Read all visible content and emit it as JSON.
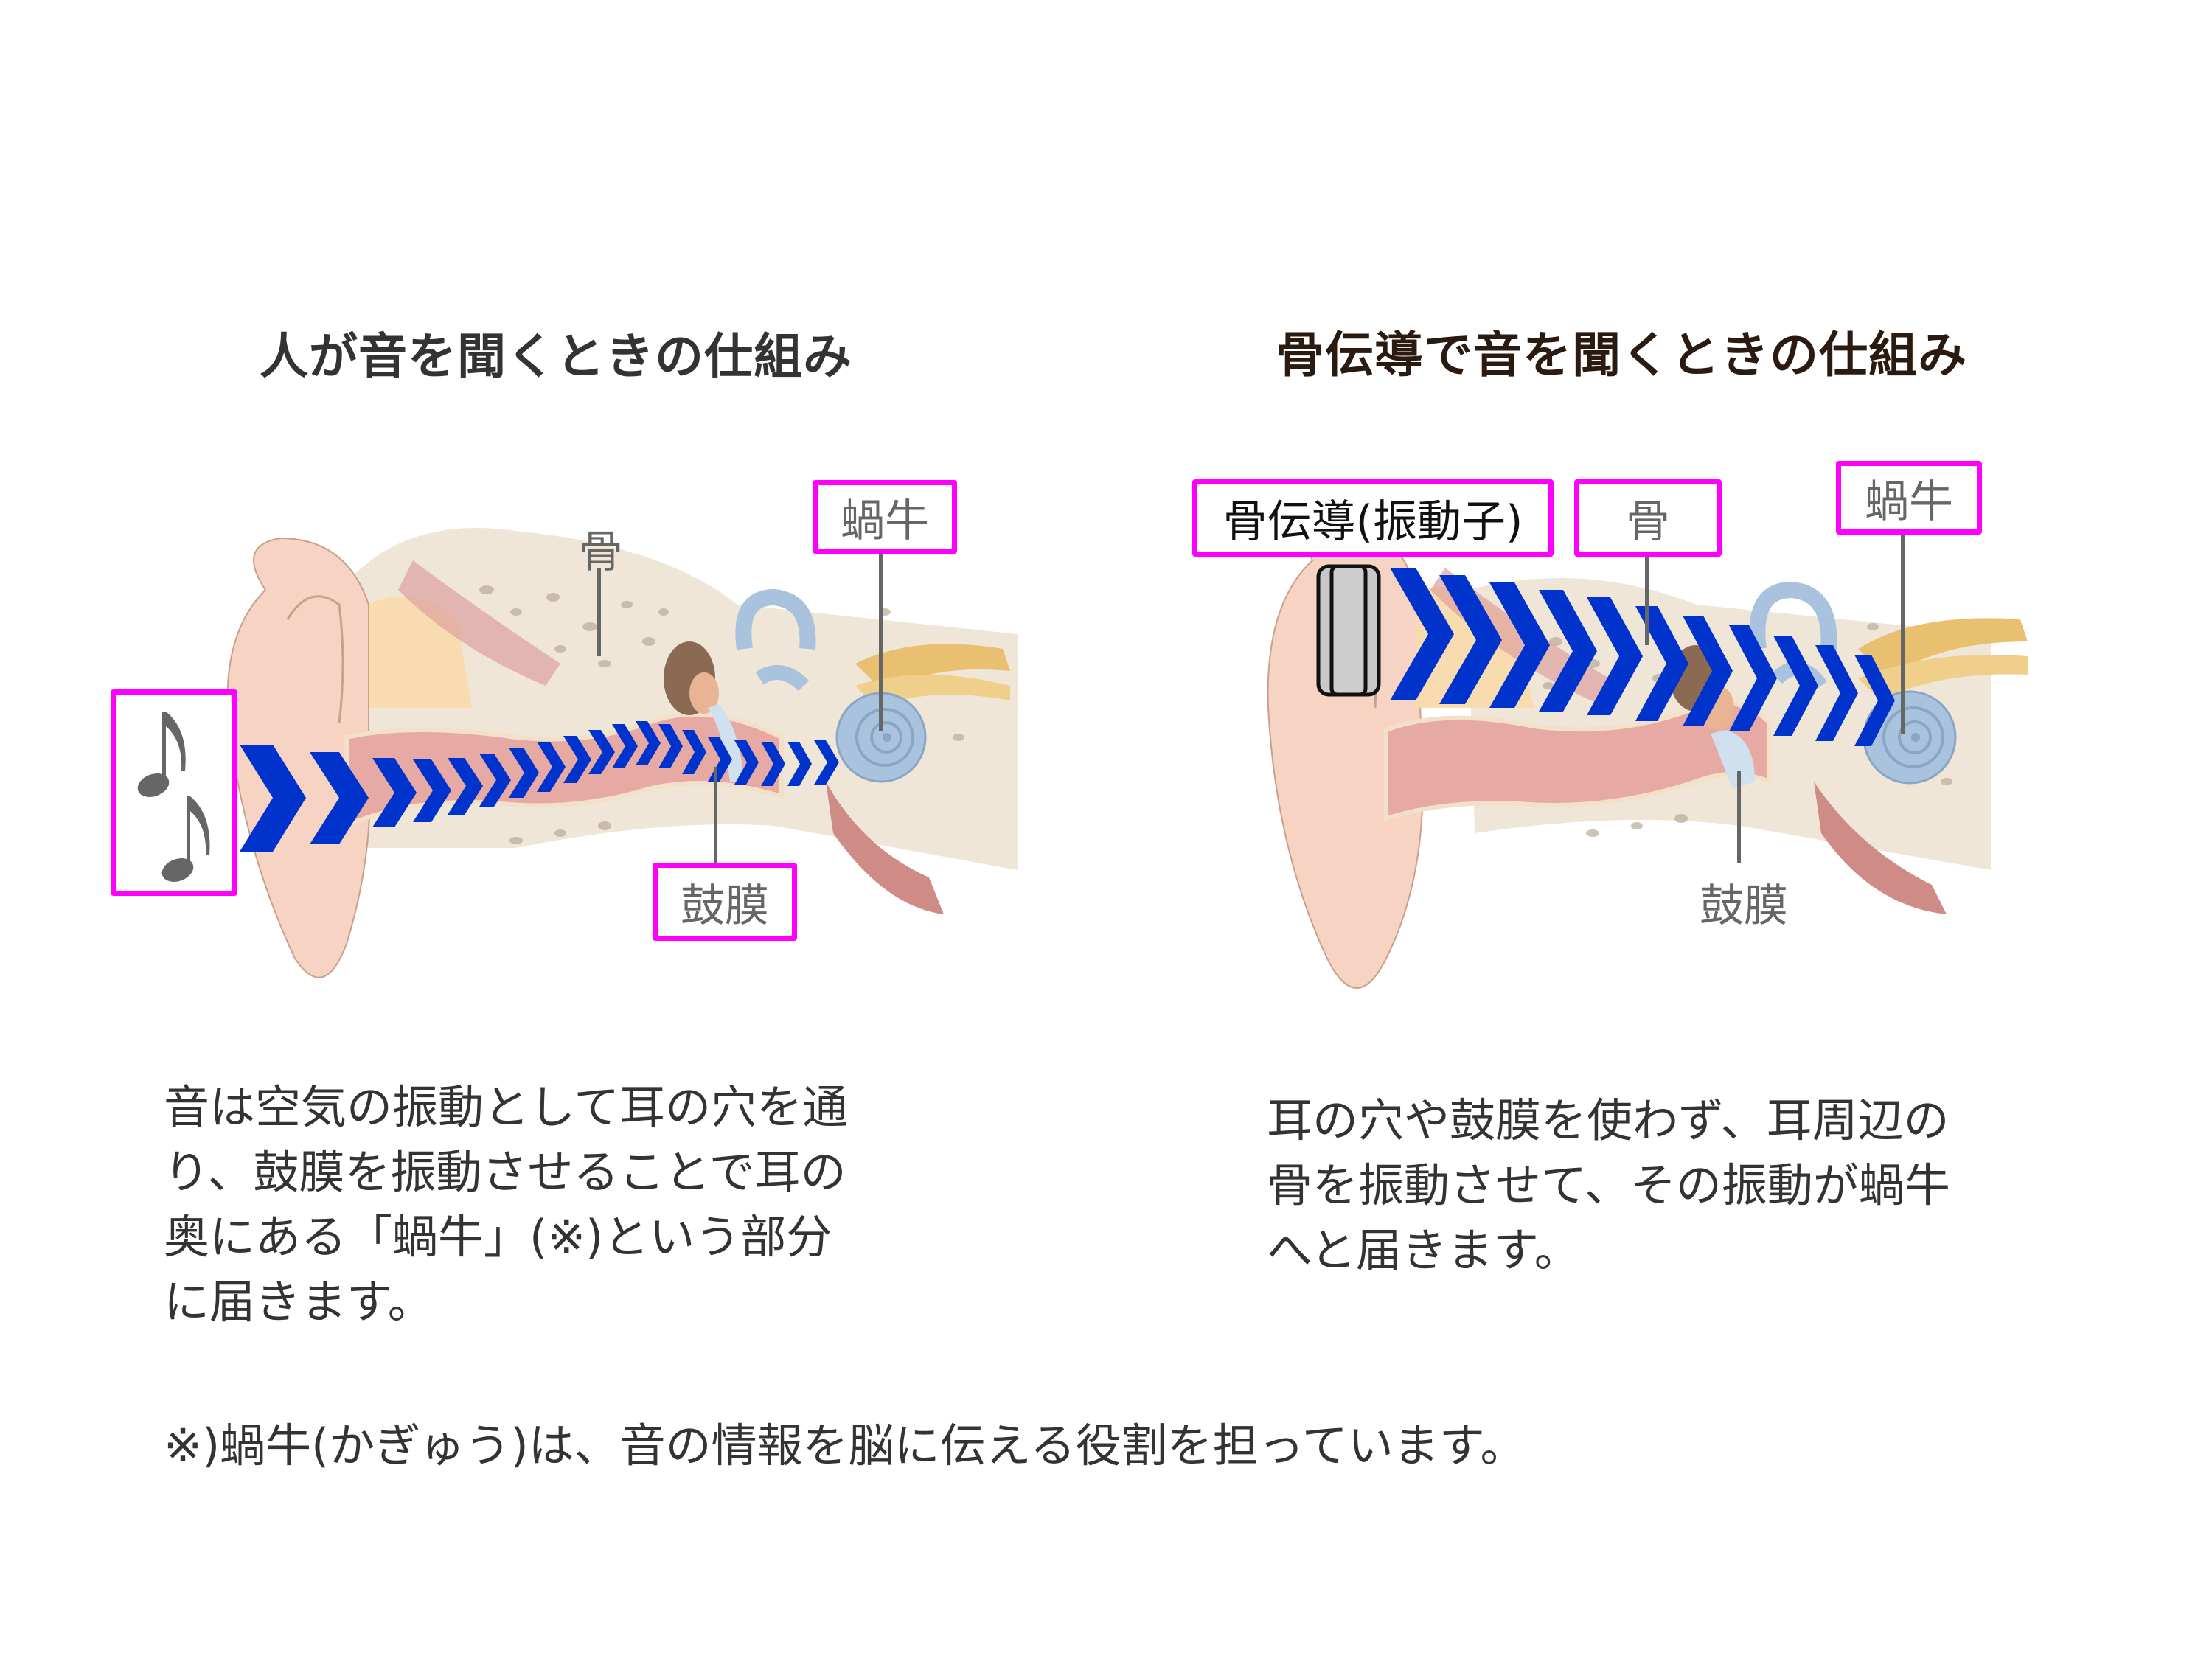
{
  "left_panel": {
    "title": "人が音を聞くときの仕組み",
    "labels": {
      "bone": "骨",
      "cochlea": "蝸牛",
      "eardrum": "鼓膜",
      "sound_source": "♪♪"
    },
    "description": "音は空気の振動として耳の穴を通\nり、鼓膜を振動させることで耳の\n奥にある「蝸牛」(※)という部分\nに届きます。"
  },
  "right_panel": {
    "title": "骨伝導で音を聞くときの仕組み",
    "labels": {
      "transducer": "骨伝導(振動子)",
      "bone": "骨",
      "cochlea": "蝸牛",
      "eardrum": "鼓膜"
    },
    "description": "耳の穴や鼓膜を使わず、耳周辺の\n骨を振動させて、その振動が蝸牛\nへと届きます。"
  },
  "footnote": "※)蝸牛(かぎゅう)は、音の情報を脳に伝える役割を担っています。",
  "colors": {
    "highlight_box": "#ff00ff",
    "arrow": "#0033cc",
    "label_text": "#666666",
    "body_text": "#333333",
    "title_right": "#2a1a10",
    "skin": "#f6d3c2",
    "canal": "#e7a9a4",
    "cochlea": "#a9c3de",
    "nerve": "#e8c070",
    "bone_bg": "#efe6d8",
    "transducer": "#c8c8c8"
  },
  "icons": {
    "music_note": "music-note-icon",
    "chevron_arrow": "chevron-right-icon",
    "transducer": "bone-conduction-transducer-icon"
  }
}
